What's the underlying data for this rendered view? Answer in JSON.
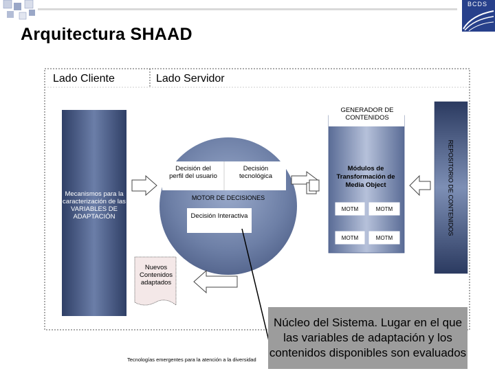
{
  "header": {
    "title": "Arquitectura SHAAD",
    "logo_text": "BCDS"
  },
  "sections": {
    "client_label": "Lado Cliente",
    "server_label": "Lado Servidor"
  },
  "diagram": {
    "client_block": "Mecanismos para la caracterización de las VARIABLES DE ADAPTACIÓN",
    "decision_engine": {
      "label": "MOTOR DE DECISIONES",
      "profile_decision": "Decisión del perfil del usuario",
      "tech_decision": "Decisión tecnológica",
      "interactive_decision": "Decisión Interactiva"
    },
    "content_generator": {
      "title": "GENERADOR DE CONTENIDOS",
      "modules_title": "Módulos de Transformación de Media Object",
      "motm_cells": [
        "MOTM",
        "MOTM",
        "MOTM",
        "MOTM"
      ]
    },
    "repository": "REPOSITORIO DE CONTENIDOS",
    "output_document": "Nuevos Contenidos adaptados"
  },
  "callout": "Núcleo del Sistema. Lugar en el que las variables de adaptación y los contenidos disponibles son evaluados",
  "footer": "Tecnologías emergentes para la atención a la diversidad",
  "colors": {
    "dark_block": "#4a5d8a",
    "sphere_mid": "#6d7fa6",
    "callout_bg": "#9c9c9c",
    "logo_bg": "#27408b",
    "deco_square": "#9aa7c7"
  }
}
